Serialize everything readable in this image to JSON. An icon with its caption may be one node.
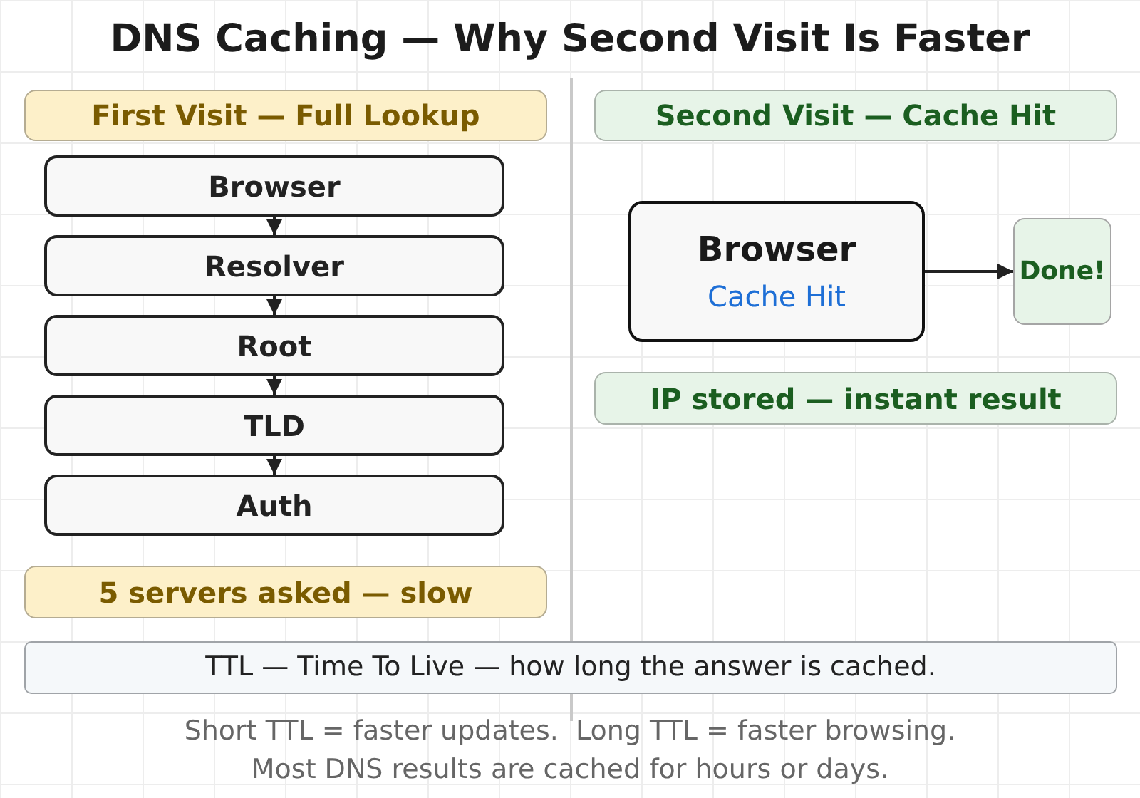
{
  "diagram": {
    "title": "DNS Caching — Why Second Visit Is Faster",
    "nodes": [
      {
        "text": [
          "First Visit — Full Lookup"
        ]
      },
      {
        "text": [
          "Browser"
        ]
      },
      {
        "text": [
          "Resolver"
        ]
      },
      {
        "text": [
          "Root"
        ]
      },
      {
        "text": [
          "TLD"
        ]
      },
      {
        "text": [
          "Auth"
        ]
      },
      {
        "text": [
          "5 servers asked — slow"
        ]
      },
      {
        "text": [
          "Second Visit — Cache Hit"
        ]
      },
      {
        "text": [
          "Browser",
          "Cache Hit"
        ]
      },
      {
        "text": [
          "Done!"
        ]
      },
      {
        "text": [
          "IP stored — instant result"
        ]
      },
      {
        "text": [
          "TTL — Time To Live — how long the answer is cached."
        ]
      }
    ],
    "edges": [
      {
        "from": 1,
        "to": 2,
        "arrow": "to"
      },
      {
        "from": 2,
        "to": 3,
        "arrow": "to"
      },
      {
        "from": 3,
        "to": 4,
        "arrow": "to"
      },
      {
        "from": 4,
        "to": 5,
        "arrow": "to"
      },
      {
        "from": 8,
        "to": 9,
        "arrow": "to"
      }
    ],
    "labels": [
      "Short TTL = faster updates.  Long TTL = faster browsing.",
      "Most DNS results are cached for hours or days."
    ]
  }
}
